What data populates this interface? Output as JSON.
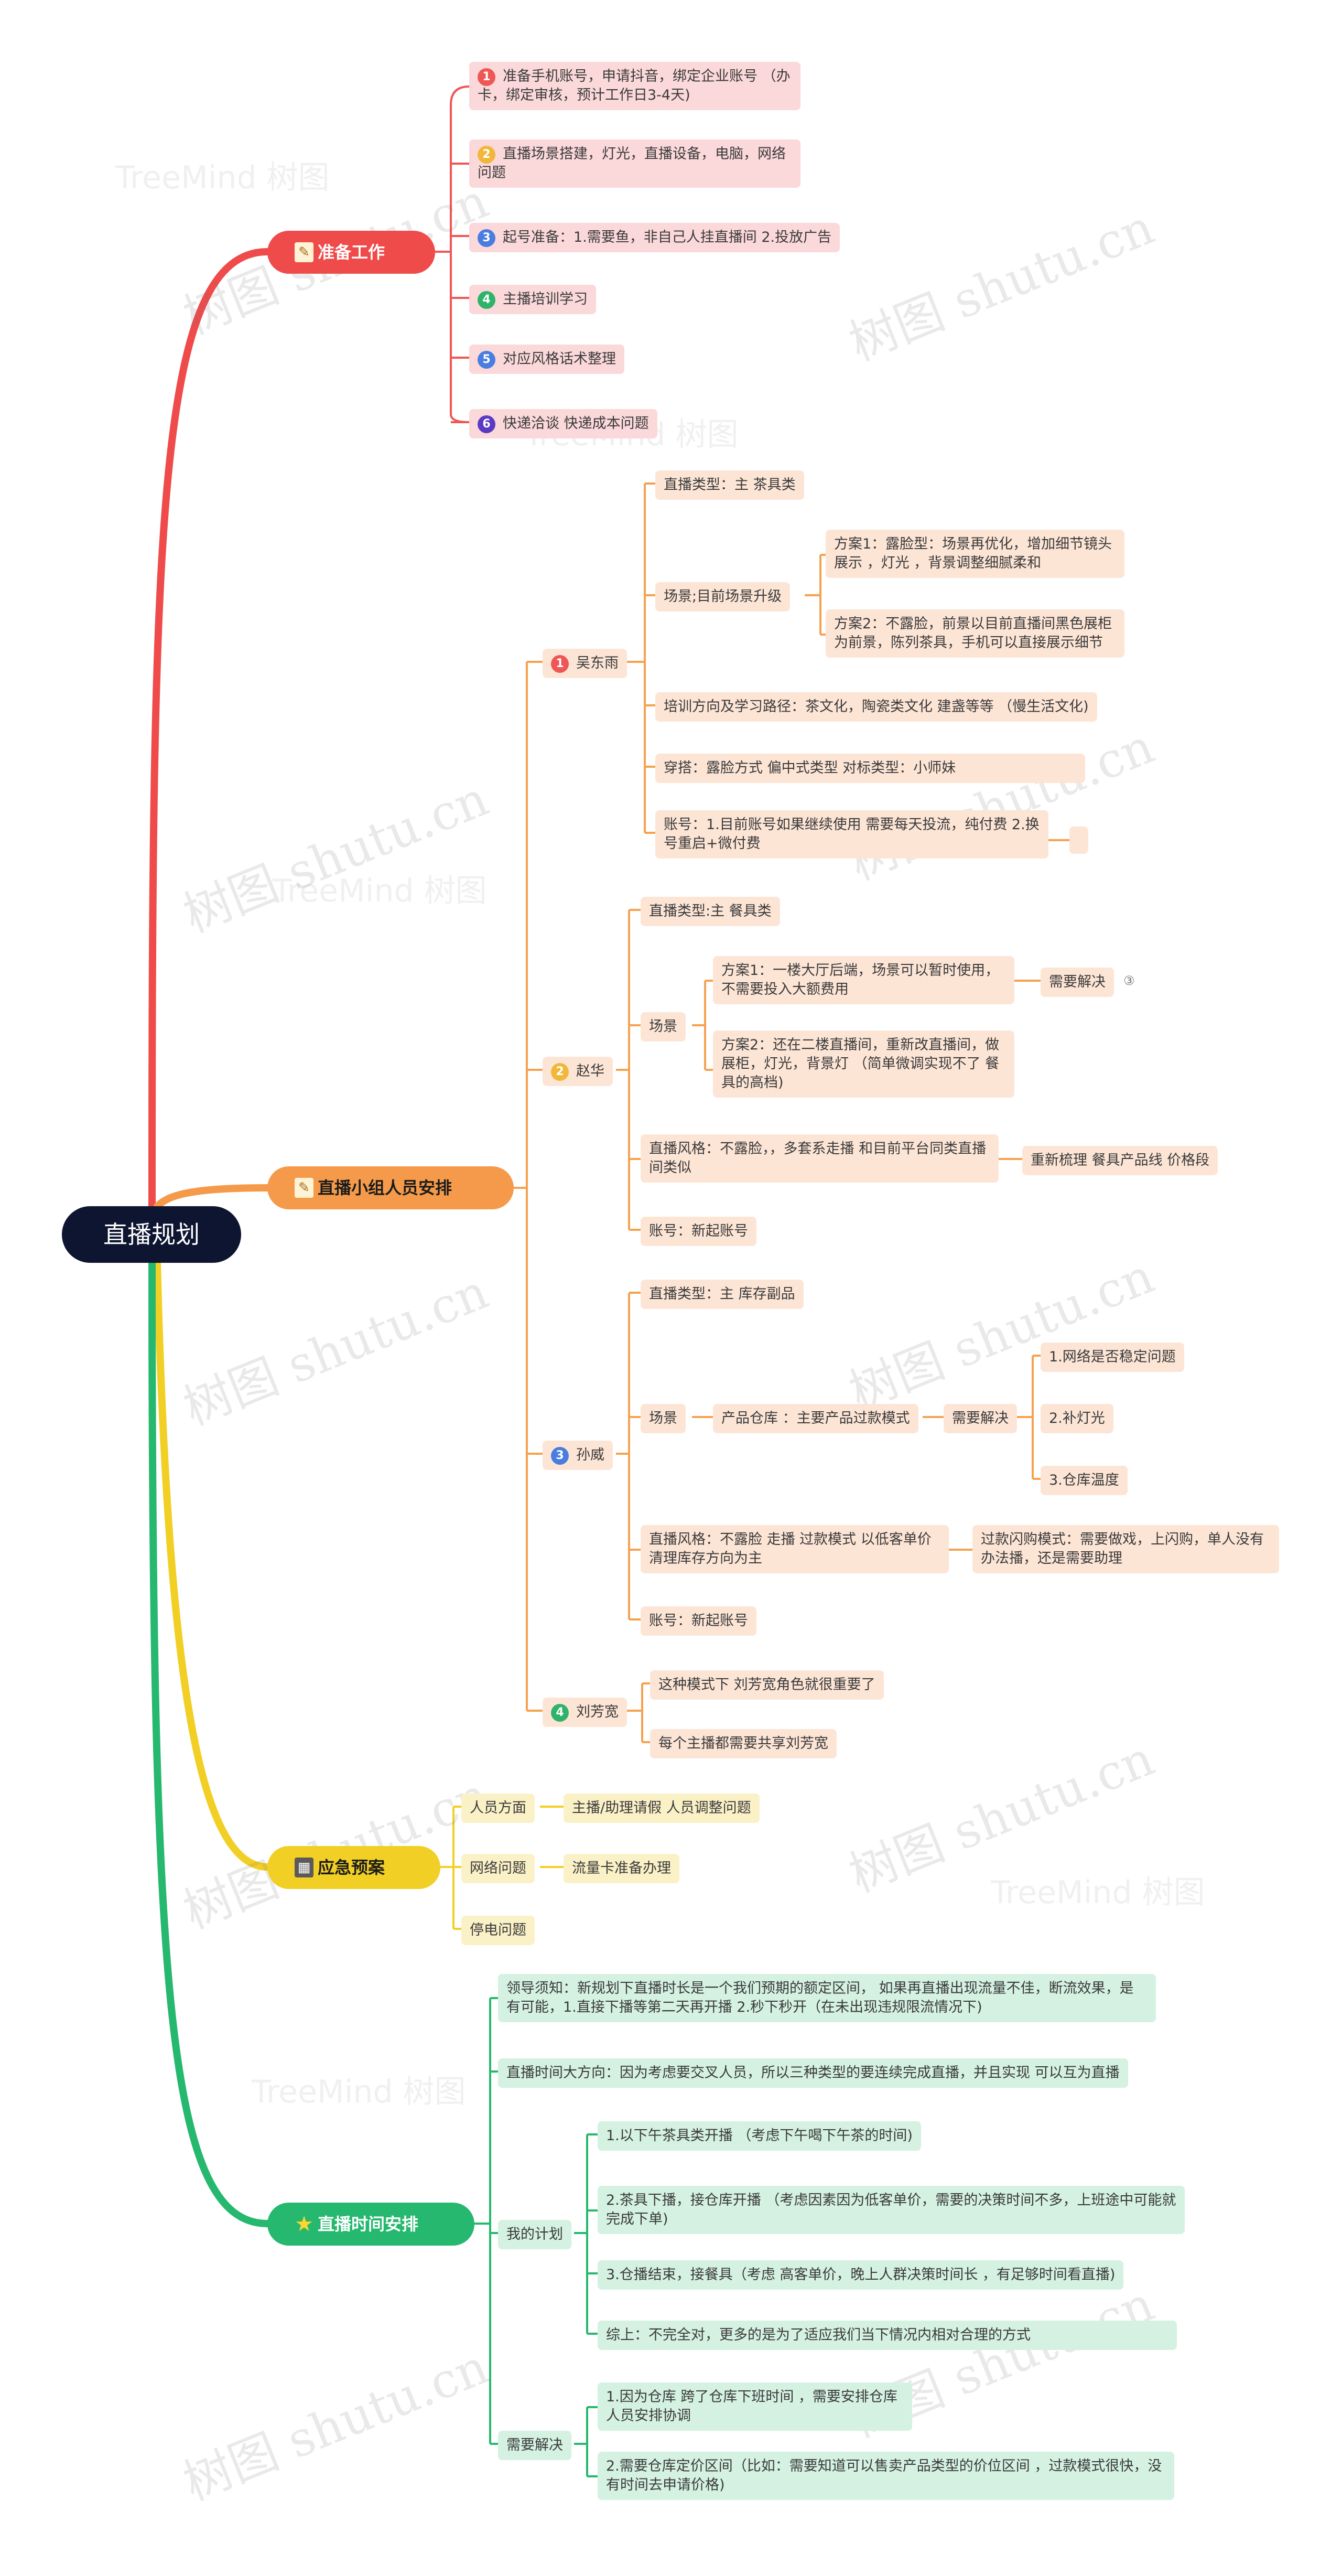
{
  "root": "直播规划",
  "branches": {
    "prep": {
      "label": "准备工作",
      "icon": "checklist-icon",
      "color": "#ef4b4b",
      "items": [
        "准备手机账号，申请抖音，绑定企业账号 （办卡，绑定审核，预计工作日3-4天)",
        "直播场景搭建，灯光，直播设备，电脑，网络问题",
        "起号准备：1.需要鱼，非自己人挂直播间 2.投放广告",
        "主播培训学习",
        "对应风格话术整理",
        "快递洽谈 快递成本问题"
      ],
      "item_numbers": [
        "1",
        "2",
        "3",
        "4",
        "5",
        "6"
      ]
    },
    "team": {
      "label": "直播小组人员安排",
      "icon": "checklist-icon",
      "color": "#f59a4a",
      "members": [
        {
          "num": "1",
          "name": "吴东雨",
          "type": "直播类型：主 茶具类",
          "scene": "场景;目前场景升级",
          "plan1": "方案1：露脸型：场景再优化，增加细节镜头展示 ，灯光 ，背景调整细腻柔和",
          "plan2": "方案2：不露脸，前景以目前直播间黑色展柜为前景，陈列茶具，手机可以直接展示细节",
          "training": "培训方向及学习路径：茶文化，陶瓷类文化 建盏等等 （慢生活文化)",
          "outfit": "穿搭：露脸方式 偏中式类型 对标类型：小师妹",
          "account": "账号：1.目前账号如果继续使用 需要每天投流，纯付费 2.换号重启+微付费"
        },
        {
          "num": "2",
          "name": "赵华",
          "type": "直播类型:主 餐具类",
          "scene": "场景",
          "plan1": "方案1：一楼大厅后端，场景可以暂时使用，不需要投入大额费用",
          "need": "需要解决",
          "need_badge": "③",
          "plan2": "方案2：还在二楼直播间，重新改直播间，做展柜，灯光，背景灯 （简单微调实现不了 餐具的高档)",
          "style": "直播风格：不露脸，，多套系走播 和目前平台同类直播间类似",
          "style_note": "重新梳理 餐具产品线 价格段",
          "account": "账号：新起账号"
        },
        {
          "num": "3",
          "name": "孙威",
          "type": "直播类型：主 库存副品",
          "scene": "场景",
          "warehouse": "产品仓库 ：主要产品过款模式",
          "need": "需要解决",
          "needs": [
            "1.网络是否稳定问题",
            "2.补灯光",
            "3.仓库温度"
          ],
          "style": "直播风格：不露脸 走播 过款模式 以低客单价 清理库存方向为主",
          "style_note": "过款闪购模式：需要做戏，上闪购，单人没有办法播，还是需要助理",
          "account": "账号：新起账号"
        },
        {
          "num": "4",
          "name": "刘芳宽",
          "notes": [
            "这种模式下 刘芳宽角色就很重要了",
            "每个主播都需要共享刘芳宽"
          ]
        }
      ]
    },
    "emergency": {
      "label": "应急预案",
      "icon": "calculator-icon",
      "color": "#f2cf24",
      "items": [
        {
          "label": "人员方面",
          "detail": "主播/助理请假 人员调整问题"
        },
        {
          "label": "网络问题",
          "detail": "流量卡准备办理"
        },
        {
          "label": "停电问题",
          "detail": ""
        }
      ]
    },
    "schedule": {
      "label": "直播时间安排",
      "icon": "star-icon",
      "color": "#25b86e",
      "notice": "领导须知：新规划下直播时长是一个我们预期的额定区间， 如果再直播出现流量不佳，断流效果，是有可能，1.直接下播等第二天再开播 2.秒下秒开（在未出现违规限流情况下)",
      "direction": "直播时间大方向：因为考虑要交叉人员，所以三种类型的要连续完成直播，并且实现 可以互为直播",
      "plan_label": "我的计划",
      "plans": [
        "1.以下午茶具类开播 （考虑下午喝下午茶的时间)",
        "2.茶具下播，接仓库开播 （考虑因素因为低客单价，需要的决策时间不多，上班途中可能就完成下单)",
        "3.仓播结束，接餐具（考虑 高客单价，晚上人群决策时间长 ，有足够时间看直播)",
        "综上：不完全对，更多的是为了适应我们当下情况内相对合理的方式"
      ],
      "need_label": "需要解决",
      "needs": [
        "1.因为仓库 跨了仓库下班时间 ，需要安排仓库人员安排协调",
        "2.需要仓库定价区间（比如：需要知道可以售卖产品类型的价位区间 ，过款模式很快，没有时间去申请价格)"
      ]
    }
  },
  "watermarks": [
    "树图 shutu.cn",
    "TreeMind 树图"
  ]
}
